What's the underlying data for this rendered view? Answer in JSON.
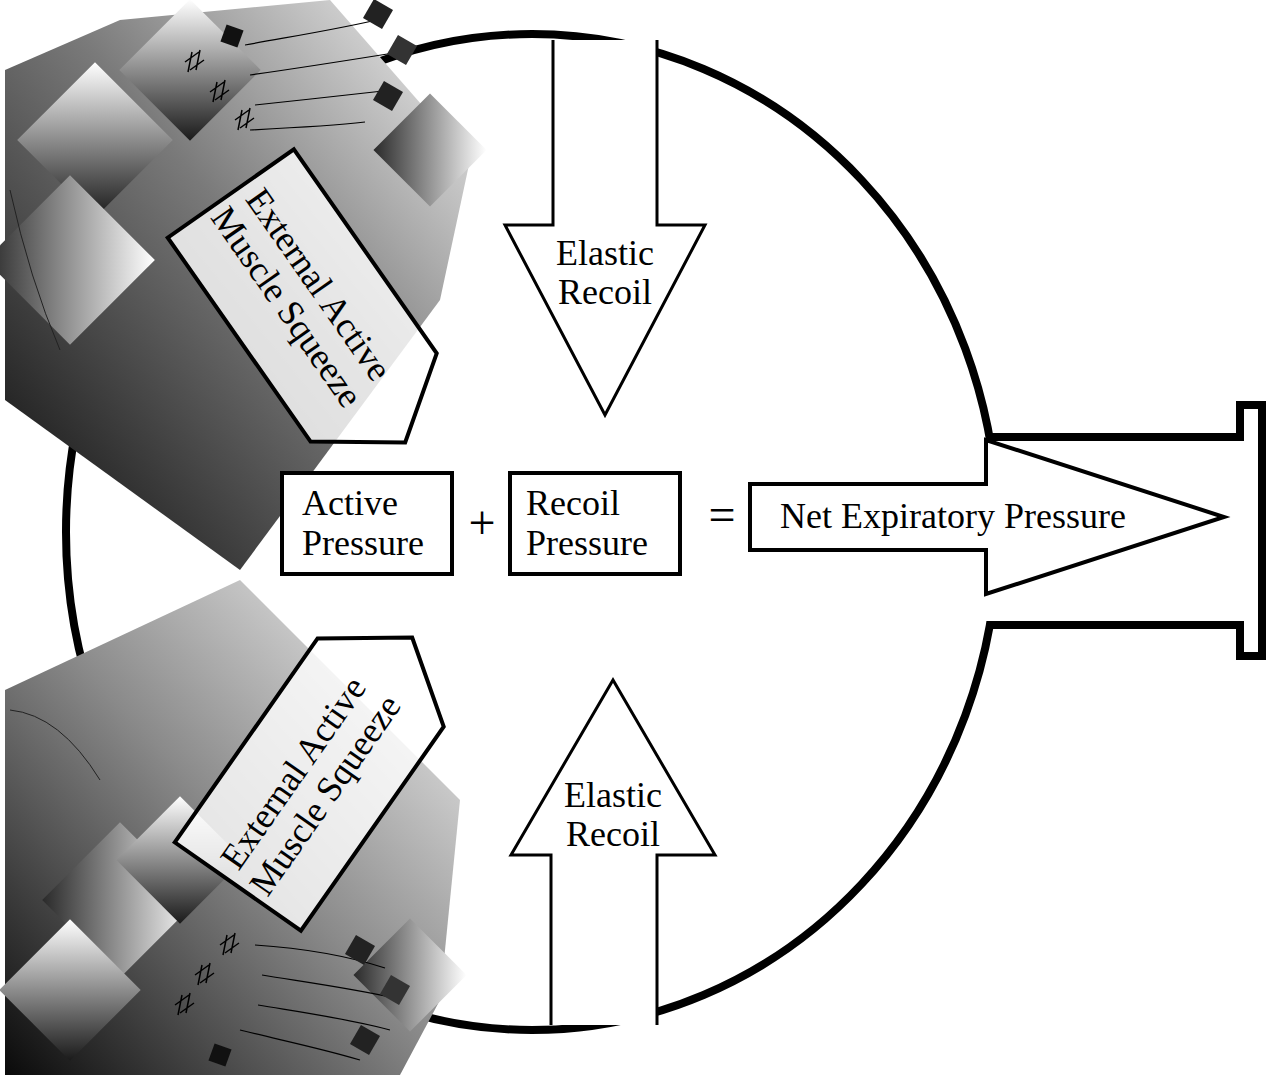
{
  "diagram": {
    "nodes": [
      {
        "text": [
          "External Active Muscle Squeeze"
        ]
      },
      {
        "text": [
          "Elastic Recoil"
        ]
      },
      {
        "text": [
          "Active Pressure"
        ]
      },
      {
        "text": [
          "Recoil Pressure"
        ]
      },
      {
        "text": [
          "Net Expiratory Pressure"
        ]
      },
      {
        "text": [
          "External Active Muscle Squeeze"
        ]
      },
      {
        "text": [
          "Elastic Recoil"
        ]
      }
    ],
    "labels": [
      "+",
      "="
    ]
  }
}
